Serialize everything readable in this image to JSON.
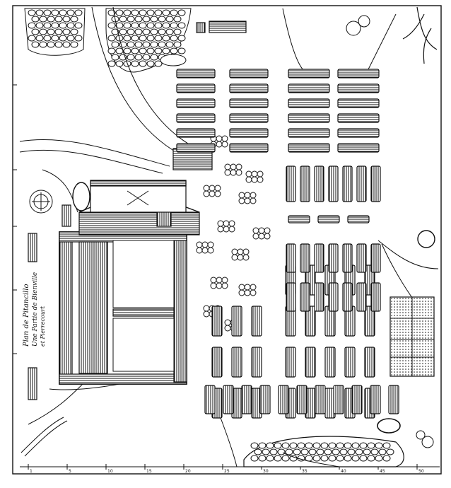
{
  "map": {
    "caption_lines": [
      "Plan de Pitancillo",
      "Une Partie de Bienville",
      "et Pierrecourt"
    ],
    "scale_marks": [
      "1",
      "5",
      "10",
      "15",
      "20",
      "25",
      "30",
      "35",
      "40",
      "45",
      "50"
    ],
    "ink_color": "#111111",
    "paper_color": "#ffffff"
  }
}
